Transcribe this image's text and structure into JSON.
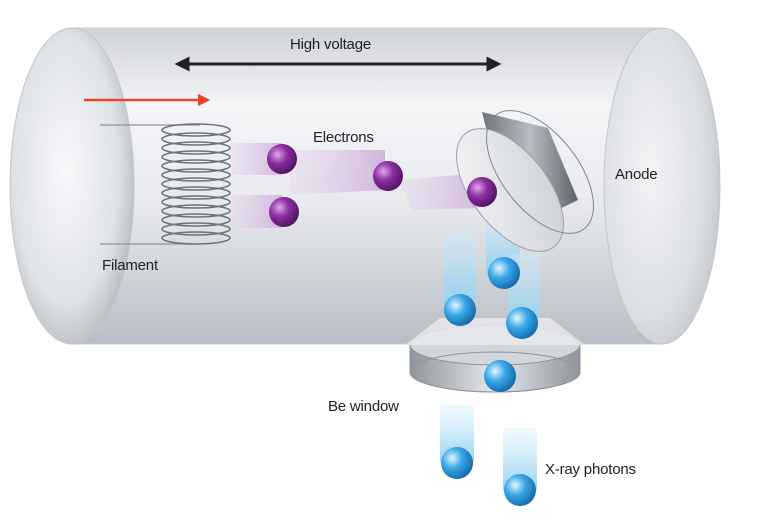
{
  "labels": {
    "high_voltage": "High voltage",
    "electrons": "Electrons",
    "anode": "Anode",
    "filament": "Filament",
    "be_window": "Be window",
    "xray_photons": "X-ray photons"
  },
  "colors": {
    "tube_body": "#e4e6ea",
    "arrow_current": "#e8452c",
    "electron": "#8b2fa0",
    "electron_trail": "#d9c3e3",
    "photon": "#39a8e8",
    "photon_beam": "#bfe4f6",
    "anode_metal": "#9aa0a6"
  },
  "icons": {
    "voltage_arrow": "double-headed-arrow",
    "current_arrow": "right-arrow",
    "filament": "coil-spring"
  }
}
